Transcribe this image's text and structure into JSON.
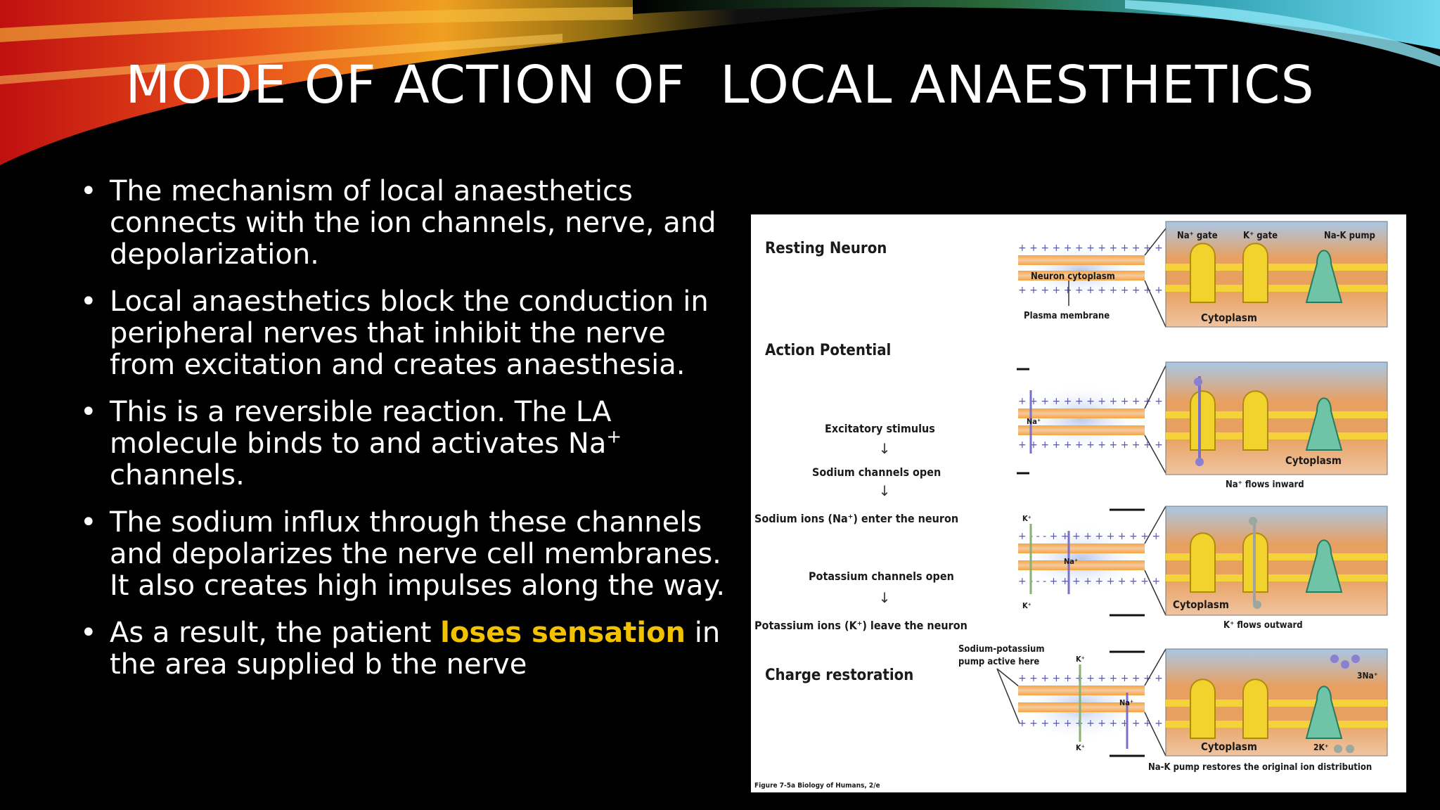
{
  "slide": {
    "title": "MODE OF ACTION OF  LOCAL ANAESTHETICS",
    "colors": {
      "background": "#000000",
      "text": "#ffffff",
      "highlight": "#f2c100"
    }
  },
  "bullets": [
    {
      "text": "The mechanism of local anaesthetics connects with the ion channels, nerve, and depolarization."
    },
    {
      "text": "Local anaesthetics block the conduction in peripheral nerves that inhibit the nerve from excitation and creates anaesthesia."
    },
    {
      "pre": "This is a reversible reaction. The LA molecule binds to and activates Na",
      "sup": "+",
      "post": "channels."
    },
    {
      "text": "The sodium influx through these channels and depolarizes the nerve cell membranes. It also creates high impulses along the way."
    },
    {
      "pre": "As a result, the patient ",
      "highlight": "loses sensation",
      "post": " in the area supplied b the nerve"
    }
  ],
  "figure": {
    "resting_neuron": "Resting Neuron",
    "action_potential": "Action Potential",
    "charge_restoration": "Charge restoration",
    "neuron_cytoplasm": "Neuron cytoplasm",
    "plasma_membrane": "Plasma membrane",
    "na_gate": "Na⁺ gate",
    "k_gate": "K⁺ gate",
    "nak_pump": "Na-K pump",
    "cytoplasm": "Cytoplasm",
    "excitatory_stimulus": "Excitatory stimulus",
    "sodium_channels_open": "Sodium channels open",
    "sodium_ions_enter": "Sodium ions (Na⁺) enter the neuron",
    "potassium_channels_open": "Potassium channels open",
    "potassium_ions_leave": "Potassium ions (K⁺) leave the neuron",
    "na_flows_inward": "Na⁺ flows inward",
    "k_flows_outward": "K⁺ flows outward",
    "pump_active_line1": "Sodium-potassium",
    "pump_active_line2": "pump active here",
    "pump_restores": "Na-K pump restores the original ion distribution",
    "na": "Na⁺",
    "k": "K⁺",
    "three_na": "3Na⁺",
    "two_k": "2K⁺",
    "caption": "Figure 7-5a Biology of Humans, 2/e"
  }
}
